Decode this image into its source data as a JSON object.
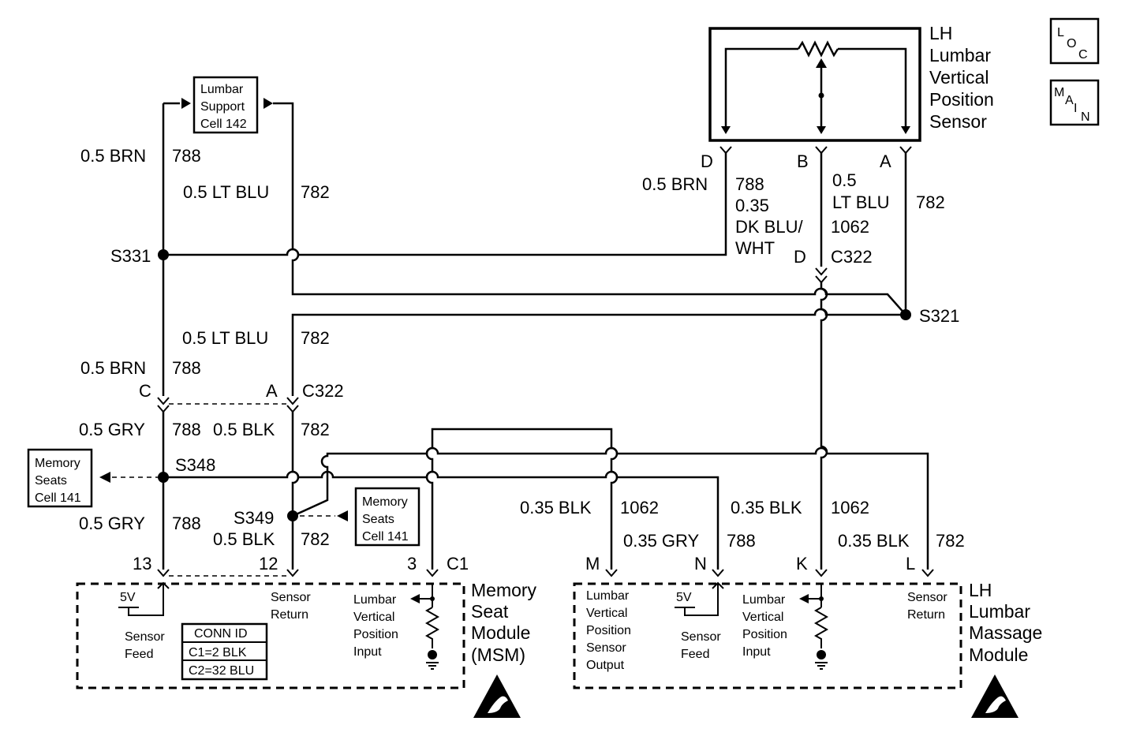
{
  "icons": {
    "esd": "esd-warning-icon",
    "pot": "potentiometer-icon",
    "ground": "ground-icon"
  },
  "nav": {
    "loc": [
      "L",
      "O",
      "C"
    ],
    "main": [
      "M",
      "A",
      "I",
      "N"
    ]
  },
  "lh_sensor": {
    "title": [
      "LH",
      "Lumbar",
      "Vertical",
      "Position",
      "Sensor"
    ],
    "pin_d": "D",
    "pin_b": "B",
    "pin_a": "A"
  },
  "lumbar_support": [
    "Lumbar",
    "Support",
    "Cell 142"
  ],
  "memory_seats_left": [
    "Memory",
    "Seats",
    "Cell 141"
  ],
  "memory_seats_mid": [
    "Memory",
    "Seats",
    "Cell 141"
  ],
  "wires": {
    "top_brn_size": "0.5 BRN",
    "top_brn_circ": "788",
    "top_ltblu_size": "0.5 LT BLU",
    "top_ltblu_circ": "782",
    "d_brn_size": "0.5 BRN",
    "d_brn_circ": "788",
    "b_size1": "0.35",
    "b_color1": "DK BLU/",
    "b_color2": "WHT",
    "b_circ": "1062",
    "a_size": "0.5",
    "a_color": "LT BLU",
    "a_circ": "782",
    "mid_ltblu_size": "0.5 LT BLU",
    "mid_ltblu_circ": "782",
    "mid_brn_size": "0.5 BRN",
    "mid_brn_circ": "788",
    "gry1_size": "0.5 GRY",
    "gry1_circ": "788",
    "blk1_size": "0.5 BLK",
    "blk1_circ": "782",
    "gry2_size": "0.5 GRY",
    "gry2_circ": "788",
    "blk2_size": "0.5 BLK",
    "blk2_circ": "782",
    "m_size": "0.35 BLK",
    "m_circ": "1062",
    "n_size": "0.35 GRY",
    "n_circ": "788",
    "k_size": "0.35 BLK",
    "k_circ": "1062",
    "l_size": "0.35 BLK",
    "l_circ": "782"
  },
  "splices": {
    "s331": "S331",
    "s321": "S321",
    "s348": "S348",
    "s349": "S349"
  },
  "connectors": {
    "c322_top_pin": "D",
    "c322_top": "C322",
    "c322_pin_c": "C",
    "c322_pin_a": "A",
    "c322_mid": "C322",
    "c1_pin13": "13",
    "c1_pin12": "12",
    "c1_pin3": "3",
    "c1": "C1",
    "pin_m": "M",
    "pin_n": "N",
    "pin_k": "K",
    "pin_l": "L"
  },
  "msm": {
    "v5": "5V",
    "sensor_feed": [
      "Sensor",
      "Feed"
    ],
    "sensor_return": [
      "Sensor",
      "Return"
    ],
    "lumbar_input": [
      "Lumbar",
      "Vertical",
      "Position",
      "Input"
    ],
    "conn_id_title": "CONN ID",
    "conn_c1": "C1=2 BLK",
    "conn_c2": "C2=32 BLU",
    "title": [
      "Memory",
      "Seat",
      "Module",
      "(MSM)"
    ]
  },
  "lmm": {
    "output": [
      "Lumbar",
      "Vertical",
      "Position",
      "Sensor",
      "Output"
    ],
    "v5": "5V",
    "sensor_feed": [
      "Sensor",
      "Feed"
    ],
    "lumbar_input": [
      "Lumbar",
      "Vertical",
      "Position",
      "Input"
    ],
    "sensor_return": [
      "Sensor",
      "Return"
    ],
    "title": [
      "LH",
      "Lumbar",
      "Massage",
      "Module"
    ]
  }
}
